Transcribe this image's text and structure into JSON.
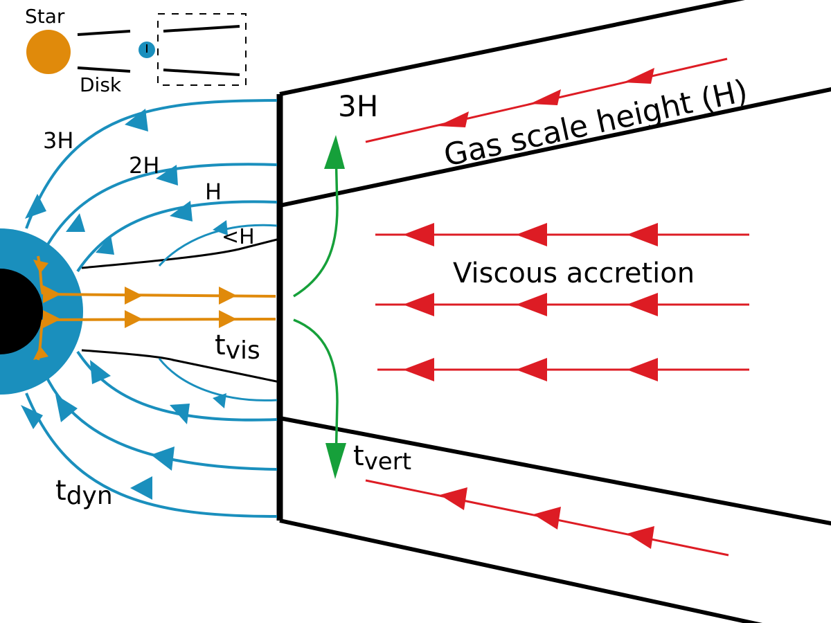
{
  "colors": {
    "star": "#e08a0b",
    "planet": "#1a8fbd",
    "inflow": "#1a8fbd",
    "outflow": "#e08a0b",
    "accretion": "#dd1c24",
    "vertical": "#16a03a",
    "outline": "#000000",
    "core": "#000000"
  },
  "inset": {
    "star_label": "Star",
    "disk_label": "Disk"
  },
  "labels": {
    "gas_scale_height": "Gas scale height (H)",
    "disk_top_height": "3H",
    "viscous_accretion": "Viscous accretion",
    "flow_3h": "3H",
    "flow_2h": "2H",
    "flow_h": "H",
    "flow_lt_h": "<H",
    "t_vis_main": "t",
    "t_vis_sub": "vis",
    "t_vert_main": "t",
    "t_vert_sub": "vert",
    "t_dyn_main": "t",
    "t_dyn_sub": "dyn"
  }
}
